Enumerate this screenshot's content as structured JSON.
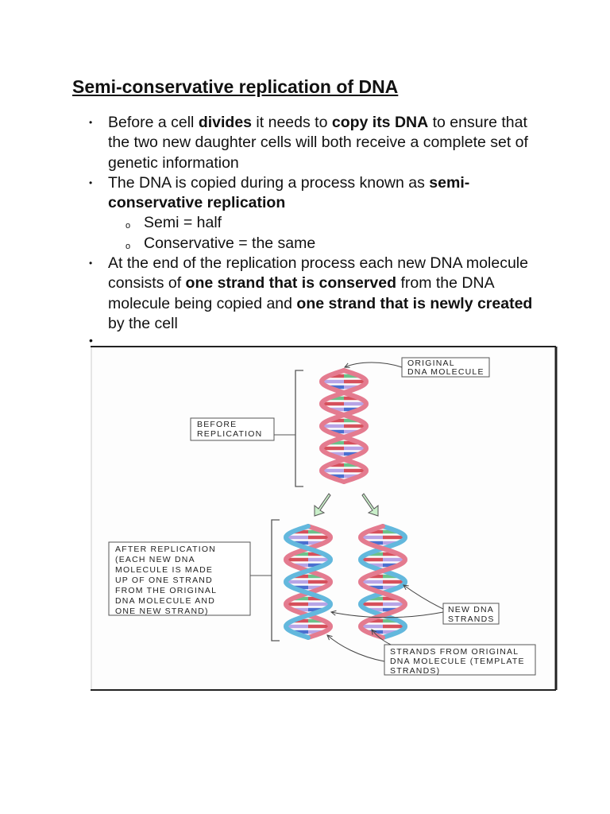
{
  "title": "Semi-conservative replication of DNA",
  "bullets": {
    "b1": {
      "t1": "Before a cell ",
      "s1": "divides",
      "t2": " it needs to ",
      "s2": "copy its DNA",
      "t3": " to ensure that the two new daughter cells will both receive a complete set of genetic information"
    },
    "b2": {
      "t1": "The DNA is copied during a process known as ",
      "s1": "semi-conservative replication"
    },
    "sub": [
      "Semi = half",
      "Conservative = the same"
    ],
    "b3": {
      "t1": "At the end of the replication process each new DNA molecule consists of ",
      "s1": "one strand that is conserved",
      "t2": " from the DNA molecule being copied and ",
      "s2": "one strand that is newly created",
      "t3": " by the cell"
    }
  },
  "figure": {
    "labels": {
      "original": [
        "ORIGINAL",
        "DNA MOLECULE"
      ],
      "before": [
        "BEFORE",
        "REPLICATION"
      ],
      "after": [
        "AFTER REPLICATION",
        "(EACH NEW DNA",
        "MOLECULE IS MADE",
        "UP OF ONE STRAND",
        "FROM THE ORIGINAL",
        "DNA MOLECULE AND",
        "ONE NEW STRAND)"
      ],
      "new_strands": [
        "NEW DNA",
        "STRANDS"
      ],
      "template": [
        "STRANDS FROM ORIGINAL",
        "DNA MOLECULE (TEMPLATE",
        "STRANDS)"
      ]
    },
    "colors": {
      "original_strand": "#e47b8f",
      "new_strand": "#63b8dd",
      "base_pair_colors": [
        "#4b6fd0",
        "#6cc28a",
        "#d6505c",
        "#b7a4e6"
      ]
    }
  }
}
